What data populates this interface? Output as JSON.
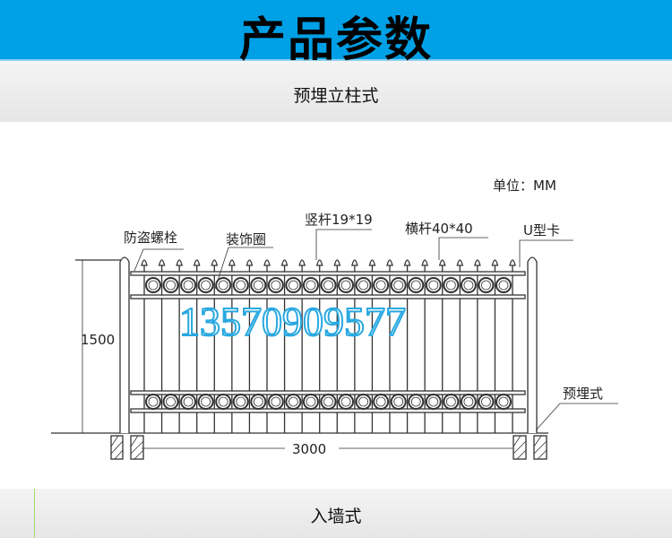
{
  "header": {
    "title": "产品参数"
  },
  "section1": {
    "title": "预埋立柱式"
  },
  "section2": {
    "title": "入墙式"
  },
  "diagram": {
    "unit": "单位：MM",
    "labels": {
      "bolt": "防盗螺栓",
      "ring": "装饰圈",
      "vertical_bar": "竖杆19*19",
      "horizontal_bar": "横杆40*40",
      "u_clip": "U型卡",
      "embedded": "预埋式"
    },
    "height": "1500",
    "width": "3000",
    "watermark": "13570909577",
    "picket_count": 22,
    "ring_count": 21
  },
  "colors": {
    "header": "#00a0e6",
    "watermark": "#29a8e0"
  }
}
